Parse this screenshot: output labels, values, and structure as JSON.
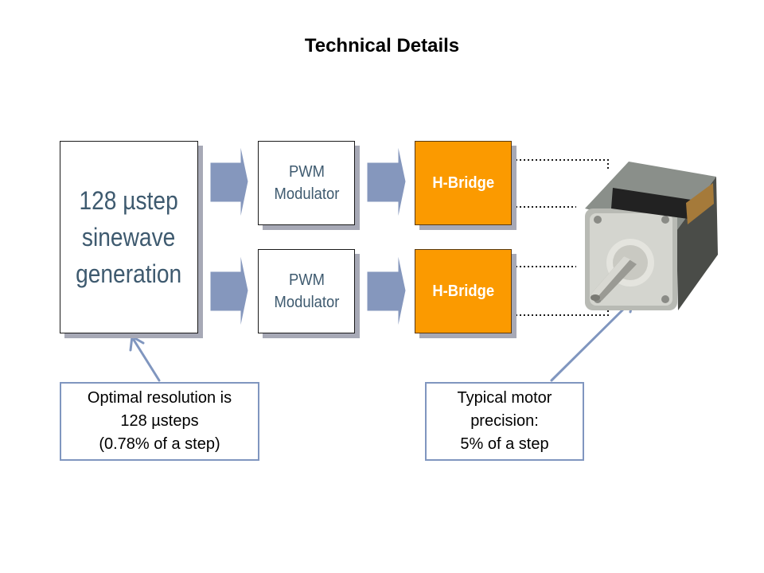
{
  "title": "Technical Details",
  "generator": {
    "lines": [
      "128 µstep",
      "sinewave",
      "generation"
    ]
  },
  "modulators": [
    {
      "line1": "PWM",
      "line2": "Modulator"
    },
    {
      "line1": "PWM",
      "line2": "Modulator"
    }
  ],
  "bridges": [
    {
      "label": "H-Bridge"
    },
    {
      "label": "H-Bridge"
    }
  ],
  "callouts": {
    "resolution": [
      "Optimal resolution is",
      "128 µsteps",
      "(0.78% of a step)"
    ],
    "precision": [
      "Typical motor",
      "precision:",
      "5% of a step"
    ]
  },
  "colors": {
    "arrow_fill": "#8597bd",
    "bridge_fill": "#fb9a00",
    "callout_border": "#8096bf",
    "box_text": "#3e5a6f"
  },
  "icons": {
    "motor": "stepper-motor-image"
  }
}
